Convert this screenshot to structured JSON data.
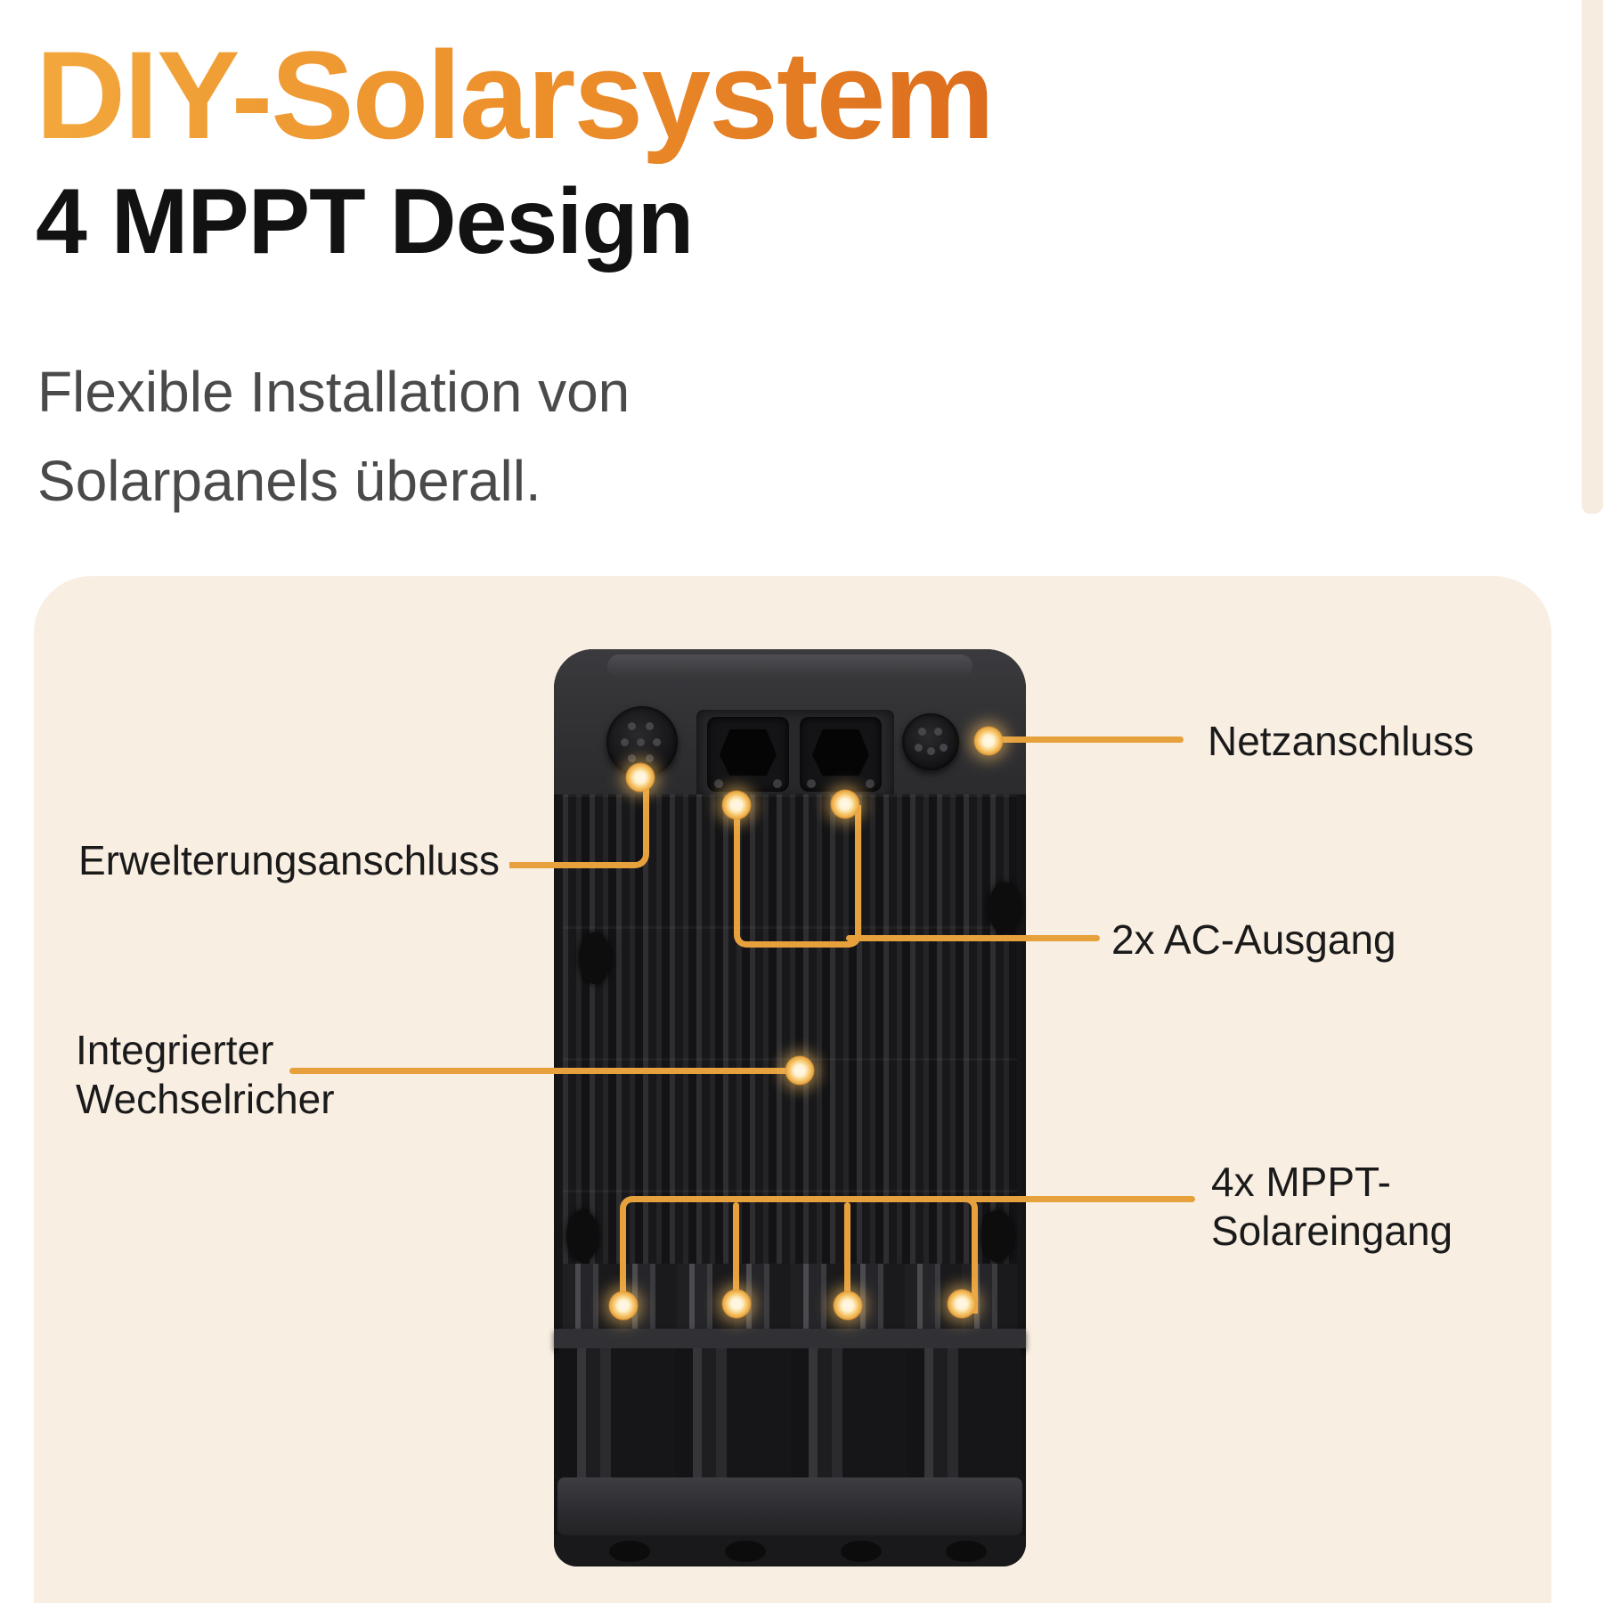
{
  "header": {
    "title": "DIY-Solarsystem",
    "subtitle": "4 MPPT Design",
    "description": "Flexible Installation von\nSolarpanels überall."
  },
  "colors": {
    "accent_orange": "#E7A13C",
    "title_gradient_start": "#F2A73C",
    "title_gradient_end": "#DC6C1D",
    "card_background": "#F8EEE2",
    "label_text": "#1A1A1A",
    "device_body": "#202023"
  },
  "diagram": {
    "callouts": [
      {
        "id": "netzanschluss",
        "label": "Netzanschluss"
      },
      {
        "id": "erweiterungsanschluss",
        "label": "Erwelterungsanschluss"
      },
      {
        "id": "ac-ausgang",
        "label": "2x AC-Ausgang"
      },
      {
        "id": "integrierter-wechselrichter",
        "label": "Integrierter\nWechselricher"
      },
      {
        "id": "mppt-solareingang",
        "label": "4x MPPT-\nSolareingang"
      }
    ],
    "icons": [
      "expansion-port-icon",
      "ac-outlet-icon",
      "ac-outlet-icon",
      "grid-port-icon",
      "mppt-connector-icon"
    ]
  }
}
